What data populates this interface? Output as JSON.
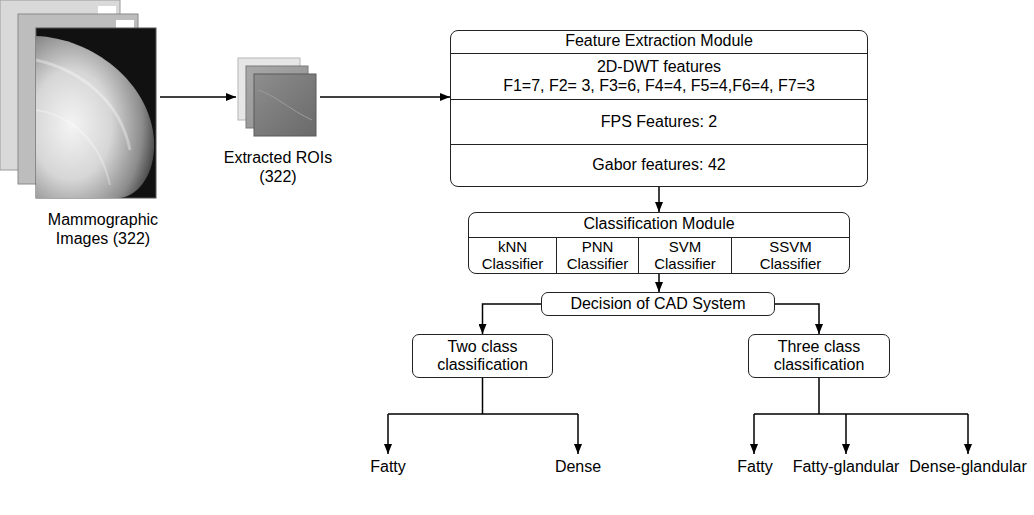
{
  "diagram": {
    "nodes": [
      {
        "text": [
          "Mammographic Images (322)"
        ]
      },
      {
        "text": [
          "Extracted ROIs (322)"
        ]
      },
      {
        "text": [
          "Feature Extraction Module"
        ]
      },
      {
        "text": [
          "2D-DWT features",
          "F1=7, F2= 3, F3=6, F4=4, F5=4,F6=4, F7=3"
        ],
        "in": 2
      },
      {
        "text": [
          "FPS Features: 2"
        ],
        "in": 2
      },
      {
        "text": [
          "Gabor features: 42"
        ],
        "in": 2
      },
      {
        "text": [
          "Classification Module"
        ]
      },
      {
        "text": [
          "kNN Classifier"
        ],
        "in": 6
      },
      {
        "text": [
          "PNN Classifier"
        ],
        "in": 6
      },
      {
        "text": [
          "SVM Classifier"
        ],
        "in": 6
      },
      {
        "text": [
          "SSVM Classifier"
        ],
        "in": 6
      },
      {
        "text": [
          "Decision of CAD System"
        ]
      },
      {
        "text": [
          "Two class classification"
        ]
      },
      {
        "text": [
          "Three class classification"
        ]
      }
    ],
    "edges": [
      {
        "from": 0,
        "to": 1,
        "arrow": "to"
      },
      {
        "from": 1,
        "to": 2,
        "arrow": "to"
      },
      {
        "from": 2,
        "to": 6,
        "arrow": "to"
      },
      {
        "from": 6,
        "to": 11,
        "arrow": "to"
      },
      {
        "from": 11,
        "to": 12,
        "arrow": "to"
      },
      {
        "from": 11,
        "to": 13,
        "arrow": "to"
      }
    ],
    "labels": [
      "Fatty",
      "Dense",
      "Fatty",
      "Fatty-glandular",
      "Dense-glandular"
    ]
  }
}
